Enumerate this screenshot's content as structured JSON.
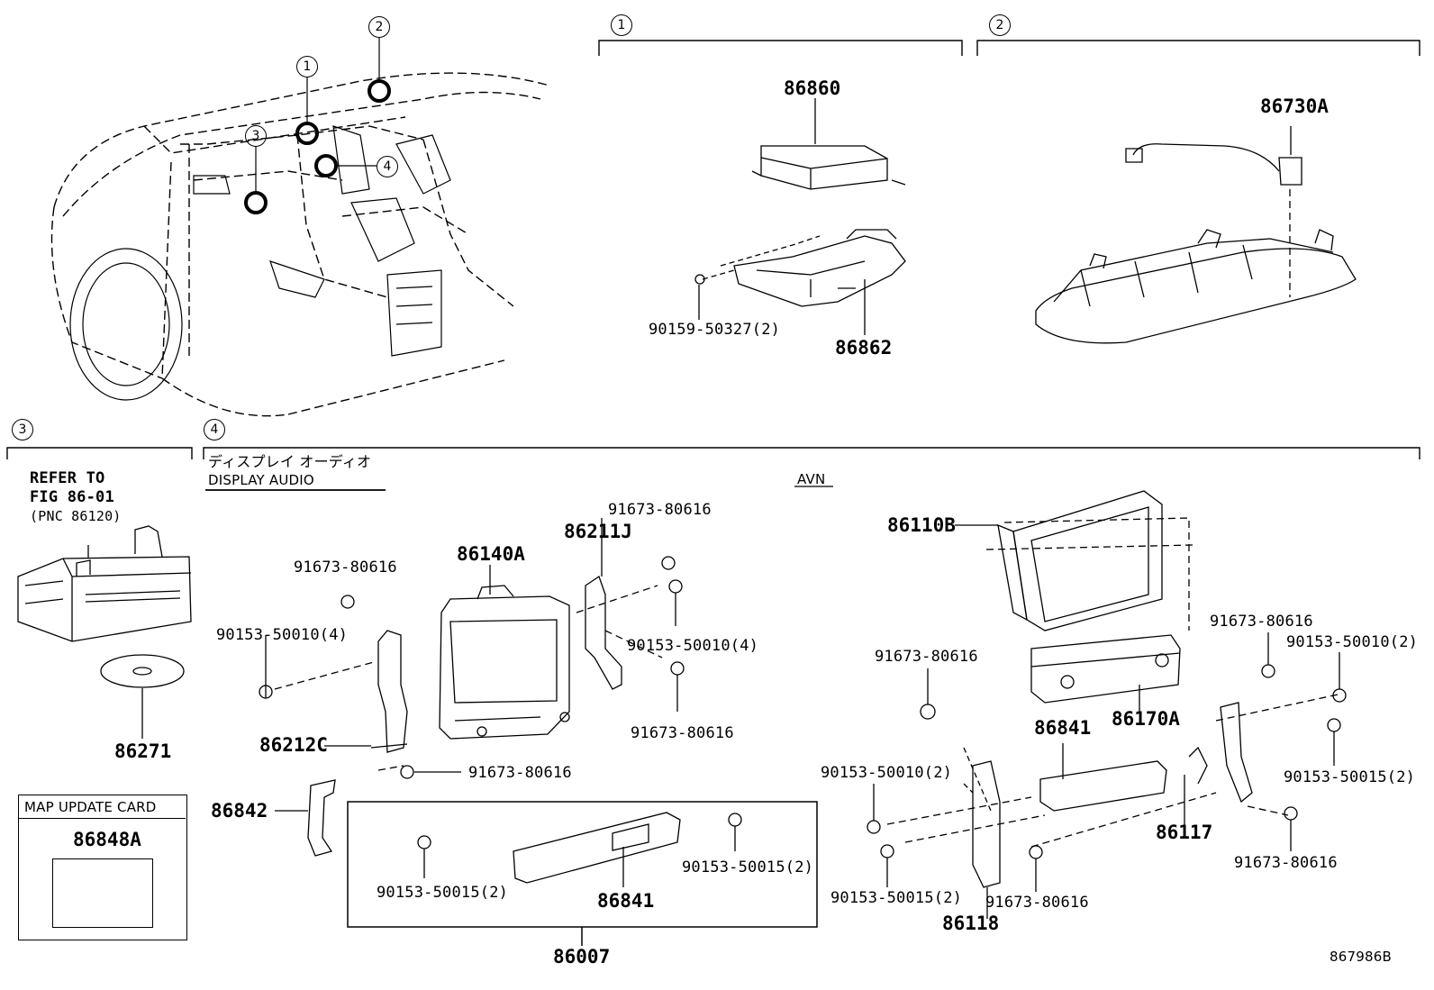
{
  "callouts": {
    "c1": "1",
    "c2": "2",
    "c3": "3",
    "c4": "4"
  },
  "section3": {
    "refer_line1": "REFER TO",
    "refer_line2": "FIG 86-01",
    "refer_line3": "(PNC 86120)",
    "disc_part": "86271",
    "map_card_title": "MAP UPDATE CARD",
    "map_card_part": "86848A"
  },
  "section4": {
    "jp_title": "ディスプレイ オーディオ",
    "en_title": "DISPLAY AUDIO",
    "avn_title": "AVN"
  },
  "parts": {
    "p86860": "86860",
    "p86862": "86862",
    "p90159": "90159-50327(2)",
    "p86730A": "86730A",
    "p86140A": "86140A",
    "p86211J": "86211J",
    "p91673_a": "91673-80616",
    "p91673_b": "91673-80616",
    "p90153_4a": "90153-50010(4)",
    "p90153_4b": "90153-50010(4)",
    "p91673_c": "91673-80616",
    "p86212C": "86212C",
    "p91673_d": "91673-80616",
    "p86842": "86842",
    "p90153_15a": "90153-50015(2)",
    "p86841a": "86841",
    "p90153_15b": "90153-50015(2)",
    "p86007": "86007",
    "p86110B": "86110B",
    "p91673_e": "91673-80616",
    "p86841b": "86841",
    "p86170A": "86170A",
    "p90153_10c": "90153-50010(2)",
    "p90153_15c": "90153-50015(2)",
    "p91673_f": "91673-80616",
    "p86118": "86118",
    "p86117": "86117",
    "p91673_g": "91673-80616",
    "p90153_10d": "90153-50010(2)",
    "p90153_15d": "90153-50015(2)",
    "p91673_h": "91673-80616"
  },
  "diagram_id": "867986B"
}
